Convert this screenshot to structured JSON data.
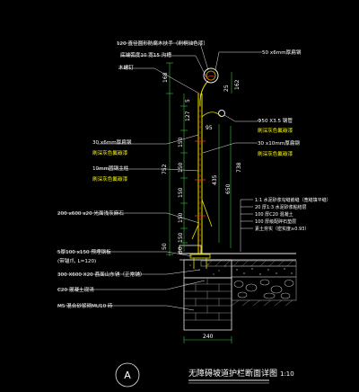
{
  "colors": {
    "background": "#000000",
    "line_white": "#e8e8e8",
    "line_yellow": "#e6e600",
    "line_red": "#ff2a2a",
    "line_green": "#3cc43c",
    "line_gray": "#9a9a9a",
    "text_white": "#ffffff",
    "text_yellow": "#ffff00",
    "text_green": "#4cd94c"
  },
  "annotations": {
    "left": [
      "120 直径圆形防腐木扶手（刷桐油色漆）",
      "底端弧度10 宽15 沟槽",
      "木螺钉",
      "30 x6mm厚扁钢",
      "刷深灰色氟碳漆",
      "10mm圆钢主柱",
      "刷深灰色氟碳漆",
      "200 x600 x20 光面浅灰麻石",
      "5厚100 x150 预埋钢板",
      "(带锚爪, L=120)",
      "300 X600 X20 荔面山东锈（正常铺）",
      "C20 混凝土现浇",
      "M5 混合砂浆砌MU10 砖"
    ],
    "right": [
      "50 x6mm厚扁钢",
      "Φ50 X3.5 钢管",
      "刷深灰色氟碳漆",
      "30 x10mm厚扁钢",
      "刷深灰色氟碳漆"
    ],
    "layers": [
      "1:1 水泥砂浆勾缝嵌缝（宽缝填平缝）",
      "20 厚1:3 水泥砂浆粘结层",
      "100 厚C20 混凝土",
      "100 厚级配碎石垫层",
      "素土夯实（密实度≥0.93）"
    ]
  },
  "dimensions": {
    "top_168": "168",
    "top_25": "25",
    "top_162": "162",
    "d_5": "5",
    "d_127": "127",
    "d_95": "95",
    "d_150a": "150",
    "d_150b": "150",
    "d_150c": "150",
    "d_150d": "150",
    "d_752": "752",
    "d_435": "435",
    "d_650": "650",
    "d_738": "738",
    "d_50": "50",
    "d_150e": "150",
    "d_50b": "50",
    "d_240": "240"
  },
  "title": {
    "circle_label": "A",
    "main": "无障碍坡道护栏断面详图",
    "scale": "1:10"
  }
}
